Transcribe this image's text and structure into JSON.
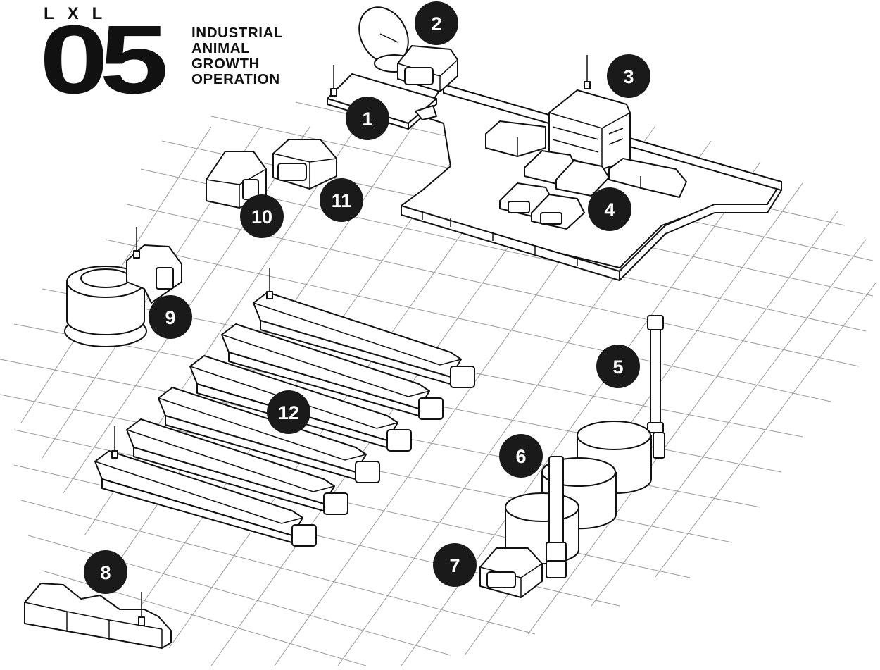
{
  "header": {
    "series": "LXL",
    "number": "05",
    "title_lines": [
      "INDUSTRIAL",
      "ANIMAL",
      "GROWTH",
      "OPERATION"
    ]
  },
  "markers": [
    "1",
    "2",
    "3",
    "4",
    "5",
    "6",
    "7",
    "8",
    "9",
    "10",
    "11",
    "12"
  ],
  "colors": {
    "ink": "#111111",
    "paper": "#ffffff",
    "grid": "#9a9a9a"
  }
}
